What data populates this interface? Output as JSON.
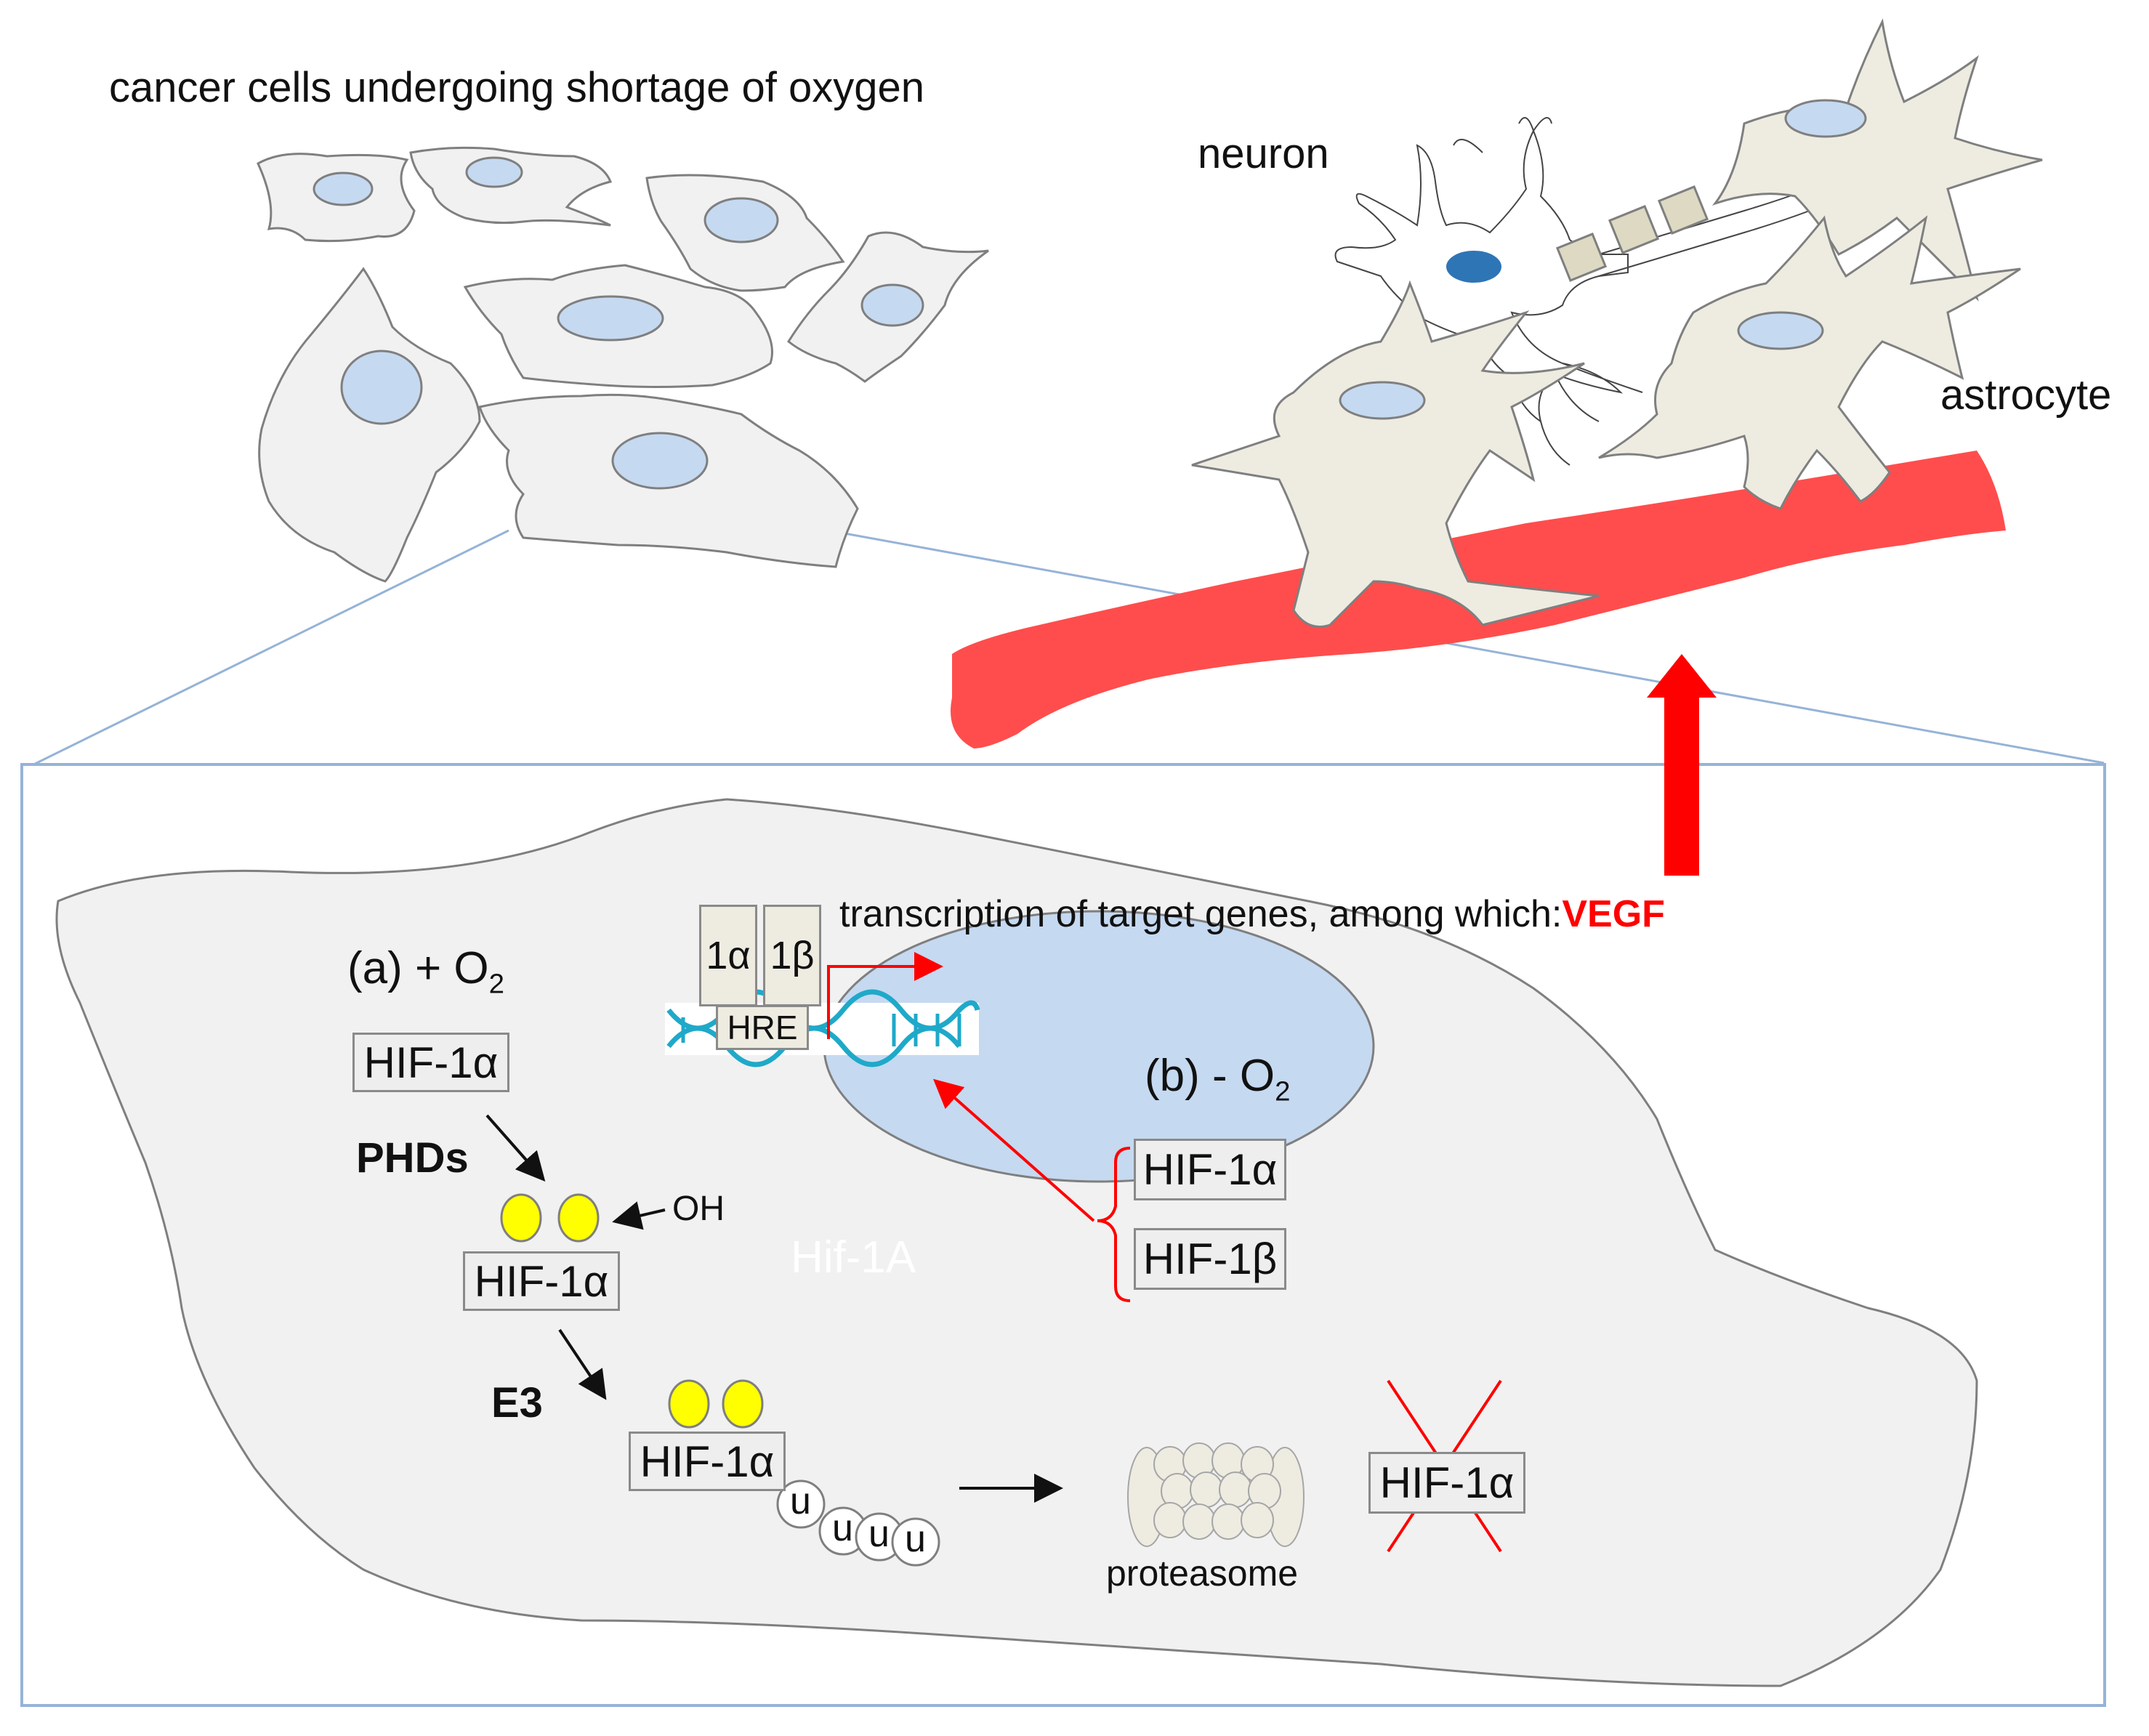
{
  "labels": {
    "cancer_cells": "cancer cells undergoing shortage of oxygen",
    "neuron": "neuron",
    "astrocyte": "astrocyte",
    "transcription": "transcription of target genes, among which:",
    "vegf": "VEGF",
    "cond_a_prefix": "(a) + O",
    "cond_b_prefix": "(b)  - O",
    "o2_subscript": "2",
    "phds": "PHDs",
    "oh": "OH",
    "e3": "E3",
    "hif1a_watermark": "Hif-1A",
    "proteasome": "proteasome",
    "hif1a": "HIF-1α",
    "hif1b": "HIF-1β",
    "subunit_1a": "1α",
    "subunit_1b": "1β",
    "hre": "HRE",
    "ubiquitin": "u"
  },
  "colors": {
    "cell_fill": "#f1f1f1",
    "nucleus_fill": "#c5d9f1",
    "glia_fill": "#eeece1",
    "vessel": "#ff4d4d",
    "arrow_red": "#ff0000",
    "hydroxyl": "#ffff00",
    "dna": "#1fa9c9",
    "neuron_nucleus": "#2e75b6",
    "frame": "#95b3d7"
  }
}
